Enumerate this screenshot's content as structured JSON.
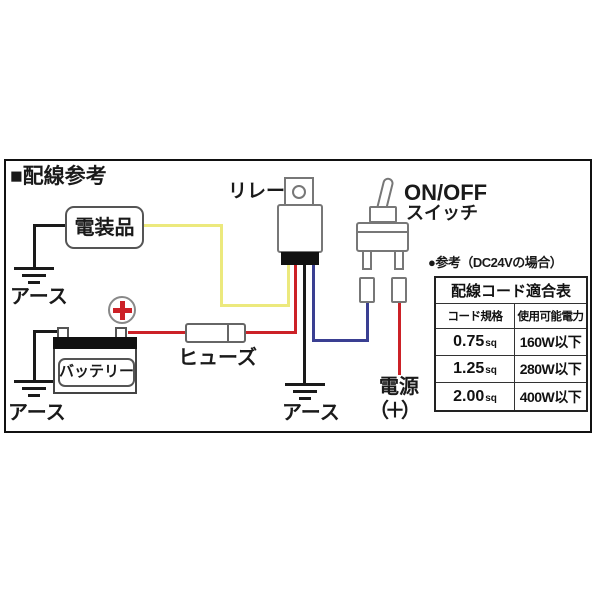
{
  "title": "■配線参考",
  "diagram": {
    "device_label": "電装品",
    "relay_label": "リレー",
    "switch_label_line1": "ON/OFF",
    "switch_label_line2": "スイッチ",
    "fuse_label": "ヒューズ",
    "battery_label": "バッテリー",
    "ground_label_device": "アース",
    "ground_label_battery": "アース",
    "ground_label_relay": "アース",
    "power_label_line1": "電源",
    "power_label_line2": "（＋）"
  },
  "reference": {
    "note": "●参考（DC24Vの場合）",
    "table": {
      "title": "配線コード適合表",
      "col_code": "コード規格",
      "col_power": "使用可能電力",
      "rows": [
        {
          "code": "0.75",
          "unit": "sq",
          "power": "160W以下"
        },
        {
          "code": "1.25",
          "unit": "sq",
          "power": "280W以下"
        },
        {
          "code": "2.00",
          "unit": "sq",
          "power": "400W以下"
        }
      ]
    }
  },
  "colors": {
    "wire_yellow": "#ece97d",
    "wire_red": "#cc2127",
    "wire_blue": "#3a3f92",
    "wire_black": "#1a1a1a",
    "plus_red": "#cc2127"
  }
}
